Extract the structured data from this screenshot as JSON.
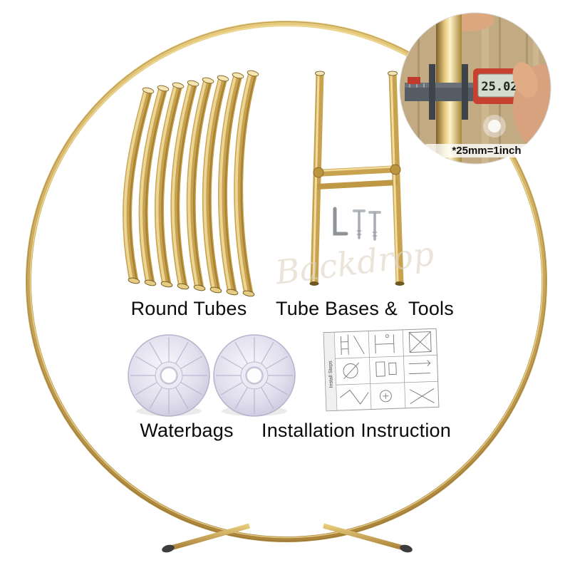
{
  "labels": {
    "round_tubes": "Round Tubes",
    "tube_bases_tools": "Tube Bases &  Tools",
    "waterbags": "Waterbags",
    "installation_instruction": "Installation Instruction"
  },
  "caliper": {
    "reading": "25.02",
    "note": "*25mm=1inch"
  },
  "watermark": "Backdrop",
  "instruction_sheet": {
    "side_label": "Install Steps"
  },
  "colors": {
    "background": "#ffffff",
    "gold": "#c8a24e",
    "gold_light": "#f1dc9e",
    "gold_dark": "#8a6a2f",
    "waterbag": "#e2dfee",
    "metal_tool": "#8f9398",
    "lcd": "#d4dccf",
    "display_frame": "#c8402f",
    "leg_foot": "#3d3d3d",
    "wood": "#c2ab83"
  }
}
